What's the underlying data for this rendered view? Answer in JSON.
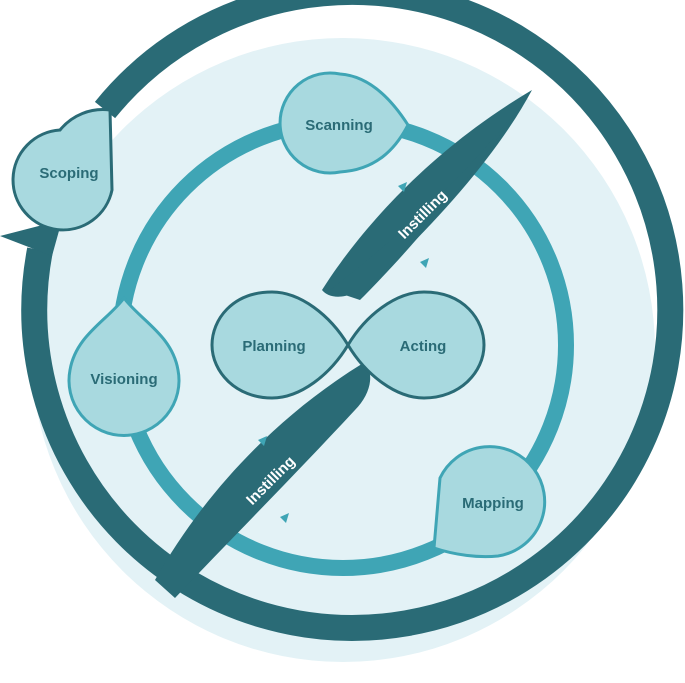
{
  "nodes": {
    "scoping": "Scoping",
    "scanning": "Scanning",
    "visioning": "Visioning",
    "mapping": "Mapping",
    "planning": "Planning",
    "acting": "Acting",
    "instilling_upper": "Instilling",
    "instilling_lower": "Instilling"
  },
  "colors": {
    "outer_ring": "#2a6b76",
    "inner_ring": "#3fa5b5",
    "background_disc": "#e3f2f6",
    "node_fill": "#a8d9df",
    "node_stroke": "#2a6b76",
    "label_text": "#2a6b76",
    "instilling_band": "#2a6b76",
    "instilling_text": "#ffffff"
  }
}
